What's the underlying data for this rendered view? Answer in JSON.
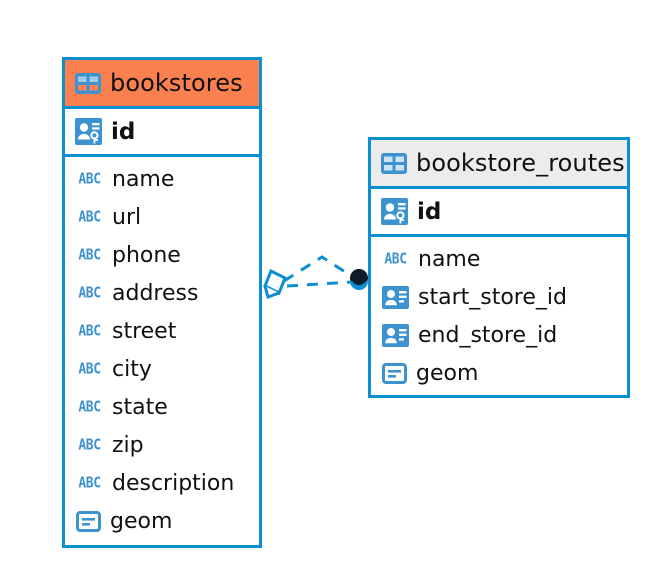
{
  "diagram": {
    "kind": "entity-relationship-diagram",
    "colors": {
      "border_blue": "#0b8fd0",
      "header_orange": "#fb8050",
      "header_gray": "#ececec",
      "icon_blue": "#3d93d0",
      "text_black": "#111111",
      "relation_dot": "#0d1b2a",
      "canvas": "#ffffff"
    },
    "entities": [
      {
        "id": "bookstores",
        "name": "bookstores",
        "header_style": "accent-orange",
        "icon": "table-icon",
        "primary_key": {
          "name": "id",
          "icon": "primary-key-icon"
        },
        "fields": [
          {
            "name": "name",
            "icon": "text-abc-icon"
          },
          {
            "name": "url",
            "icon": "text-abc-icon"
          },
          {
            "name": "phone",
            "icon": "text-abc-icon"
          },
          {
            "name": "address",
            "icon": "text-abc-icon"
          },
          {
            "name": "street",
            "icon": "text-abc-icon"
          },
          {
            "name": "city",
            "icon": "text-abc-icon"
          },
          {
            "name": "state",
            "icon": "text-abc-icon"
          },
          {
            "name": "zip",
            "icon": "text-abc-icon"
          },
          {
            "name": "description",
            "icon": "text-abc-icon"
          },
          {
            "name": "geom",
            "icon": "geometry-icon"
          }
        ]
      },
      {
        "id": "bookstore_routes",
        "name": "bookstore_routes",
        "header_style": "accent-gray",
        "icon": "table-icon",
        "primary_key": {
          "name": "id",
          "icon": "primary-key-icon"
        },
        "fields": [
          {
            "name": "name",
            "icon": "text-abc-icon"
          },
          {
            "name": "start_store_id",
            "icon": "foreign-key-icon"
          },
          {
            "name": "end_store_id",
            "icon": "foreign-key-icon"
          },
          {
            "name": "geom",
            "icon": "geometry-icon"
          }
        ]
      }
    ],
    "relationship": {
      "from": "bookstores",
      "to": "bookstore_routes",
      "source_marker": "diamond-marker",
      "target_marker": "dot-marker",
      "line_style": "dashed"
    }
  }
}
